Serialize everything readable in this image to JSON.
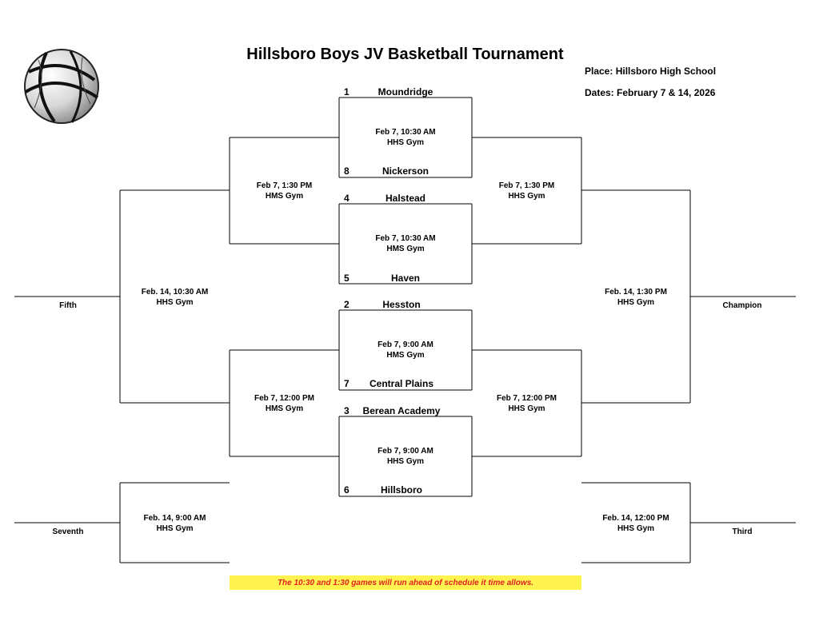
{
  "title": "Hillsboro Boys JV Basketball Tournament",
  "place": "Place: Hillsboro High School",
  "dates": "Dates: February 7 & 14, 2026",
  "teams": [
    {
      "seed": "1",
      "name": "Moundridge"
    },
    {
      "seed": "8",
      "name": "Nickerson"
    },
    {
      "seed": "4",
      "name": "Halstead"
    },
    {
      "seed": "5",
      "name": "Haven"
    },
    {
      "seed": "2",
      "name": "Hesston"
    },
    {
      "seed": "7",
      "name": "Central Plains"
    },
    {
      "seed": "3",
      "name": "Berean Academy"
    },
    {
      "seed": "6",
      "name": "Hillsboro"
    }
  ],
  "first_round": [
    {
      "time": "Feb 7, 10:30 AM",
      "site": "HHS Gym"
    },
    {
      "time": "Feb 7, 10:30 AM",
      "site": "HMS Gym"
    },
    {
      "time": "Feb 7, 9:00 AM",
      "site": "HMS Gym"
    },
    {
      "time": "Feb 7, 9:00 AM",
      "site": "HHS Gym"
    }
  ],
  "consolation_semis": [
    {
      "time": "Feb 7, 1:30 PM",
      "site": "HMS Gym"
    },
    {
      "time": "Feb 7, 12:00 PM",
      "site": "HMS Gym"
    }
  ],
  "winner_semis": [
    {
      "time": "Feb 7, 1:30 PM",
      "site": "HHS Gym"
    },
    {
      "time": "Feb 7, 12:00 PM",
      "site": "HHS Gym"
    }
  ],
  "fifth_game": {
    "time": "Feb. 14, 10:30 AM",
    "site": "HHS Gym",
    "label": "Fifth"
  },
  "seventh_game": {
    "time": "Feb. 14, 9:00 AM",
    "site": "HHS Gym",
    "label": "Seventh"
  },
  "championship": {
    "time": "Feb. 14, 1:30 PM",
    "site": "HHS Gym",
    "label": "Champion"
  },
  "third_game": {
    "time": "Feb. 14, 12:00 PM",
    "site": "HHS Gym",
    "label": "Third"
  },
  "note": "The 10:30 and 1:30 games will run ahead of schedule it time allows."
}
